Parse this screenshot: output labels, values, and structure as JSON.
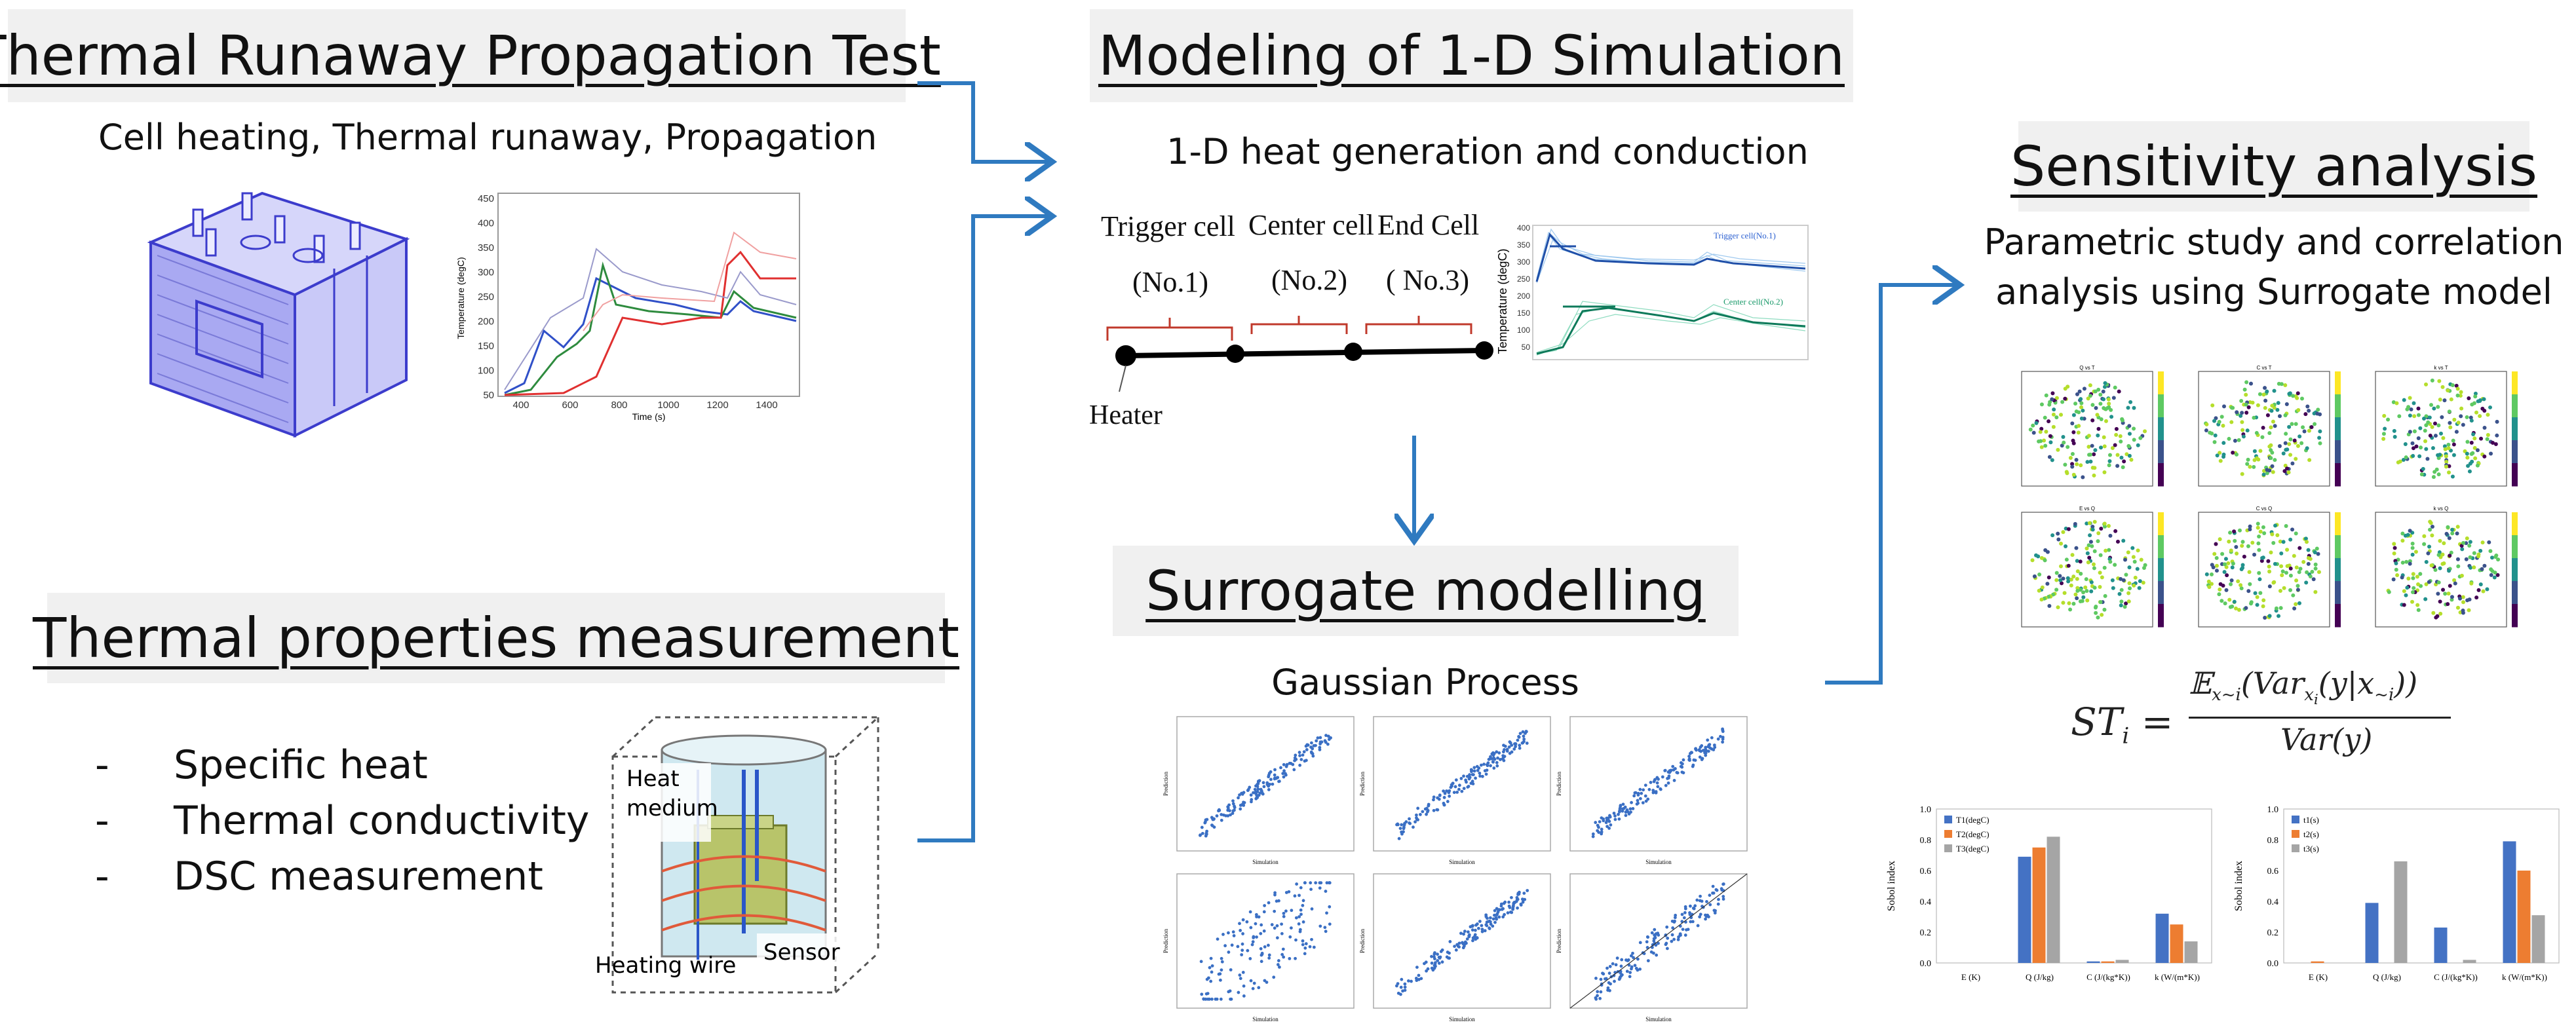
{
  "colors": {
    "arrow": "#2f7ac0",
    "title_bg": "#f0f0f0",
    "cell_face": "#a8a8f0",
    "scatter_blue": "#3a6fc4",
    "bar_blue": "#4472c4",
    "bar_orange": "#ed7d31",
    "bar_gray": "#a5a5a5"
  },
  "panels": {
    "propagation": {
      "title": "Thermal Runaway Propagation Test",
      "subtitle": "Cell heating, Thermal runaway, Propagation",
      "y_ticks": [
        "450",
        "400",
        "350",
        "300",
        "250",
        "200",
        "150",
        "100",
        "50"
      ],
      "x_ticks": [
        "400",
        "600",
        "800",
        "1000",
        "1200",
        "1400"
      ],
      "ylabel": "Temperature (degC)",
      "xlabel": "Time (s)"
    },
    "properties": {
      "title": "Thermal properties measurement",
      "items": [
        "Specific heat",
        "Thermal conductivity",
        "DSC measurement"
      ],
      "dash": "-",
      "labels": {
        "heat_medium": "Heat\nmedium",
        "sensor": "Sensor",
        "heating_wire": "Heating wire"
      }
    },
    "modeling": {
      "title": "Modeling of 1-D Simulation",
      "subtitle": "1-D heat generation and conduction",
      "cells": [
        {
          "name": "Trigger cell",
          "no": "(No.1)"
        },
        {
          "name": "Center cell",
          "no": "(No.2)"
        },
        {
          "name": "End Cell",
          "no": "( No.3)"
        }
      ],
      "heater": "Heater",
      "plot": {
        "ylabel": "Temperature (degC)",
        "legend_top": "Trigger cell(No.1)",
        "legend_bottom": "Center cell(No.2)",
        "y_ticks": [
          "400",
          "350",
          "300",
          "250",
          "200",
          "150",
          "100",
          "50"
        ]
      }
    },
    "surrogate": {
      "title": "Surrogate modelling",
      "subtitle": "Gaussian Process",
      "xlabel": "Simulation",
      "ylabel": "Prediction"
    },
    "sensitivity": {
      "title": "Sensitivity analysis",
      "subtitle": [
        "Parametric study and correlation",
        "analysis using Surrogate model"
      ],
      "scatter_titles": [
        "Q vs T",
        "C vs T",
        "k vs T",
        "E vs Q",
        "C vs Q",
        "k vs Q"
      ],
      "formula": {
        "lhs": "ST",
        "lhs_sub": "i",
        "num": "𝔼x~i(Varxi(y|x~i))",
        "den": "Var(y)"
      }
    }
  },
  "chart_data": [
    {
      "type": "bar",
      "ylabel": "Sobol index",
      "ylim": [
        0,
        1.0
      ],
      "y_ticks": [
        "1.0",
        "0.8",
        "0.6",
        "0.4",
        "0.2",
        "0.0"
      ],
      "categories": [
        "E (K)",
        "Q (J/kg)",
        "C (J/(kg*K))",
        "k (W/(m*K))"
      ],
      "series": [
        {
          "name": "T1(degC)",
          "values": [
            0.0,
            0.69,
            0.01,
            0.32
          ]
        },
        {
          "name": "T2(degC)",
          "values": [
            0.0,
            0.75,
            0.01,
            0.25
          ]
        },
        {
          "name": "T3(degC)",
          "values": [
            0.0,
            0.82,
            0.02,
            0.14
          ]
        }
      ]
    },
    {
      "type": "bar",
      "ylabel": "Sobol index",
      "ylim": [
        0,
        1.0
      ],
      "y_ticks": [
        "1.0",
        "0.8",
        "0.6",
        "0.4",
        "0.2",
        "0.0"
      ],
      "categories": [
        "E (K)",
        "Q (J/kg)",
        "C (J/(kg*K))",
        "k (W/(m*K))"
      ],
      "series": [
        {
          "name": "t1(s)",
          "values": [
            0.0,
            0.39,
            0.23,
            0.79
          ]
        },
        {
          "name": "t2(s)",
          "values": [
            0.01,
            0.0,
            0.0,
            0.6
          ]
        },
        {
          "name": "t3(s)",
          "values": [
            0.0,
            0.66,
            0.02,
            0.31
          ]
        }
      ]
    }
  ]
}
